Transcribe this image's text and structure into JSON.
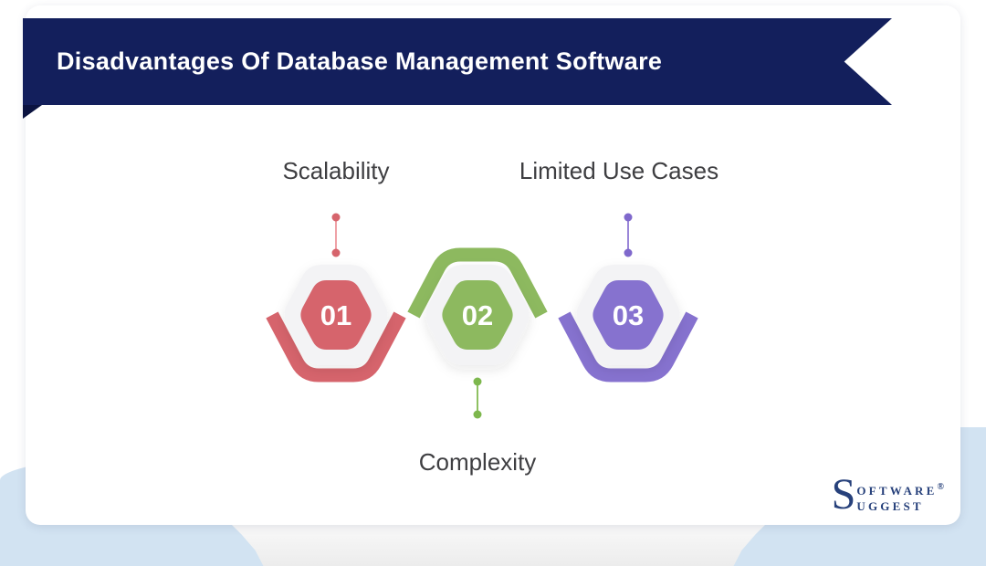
{
  "page": {
    "background_blue": "#d2e3f2",
    "card_color": "#ffffff"
  },
  "header": {
    "title": "Disadvantages Of Database Management Software",
    "ribbon_color": "#131f5c",
    "fold_color": "#0b1340",
    "text_color": "#ffffff"
  },
  "items": [
    {
      "number": "01",
      "label": "Scalability",
      "color": "#d6646c",
      "line_color": "#efa2a7",
      "dot_color": "#d6646c",
      "arc": "bottom",
      "label_position": "top"
    },
    {
      "number": "02",
      "label": "Complexity",
      "color": "#8db95f",
      "line_color": "#8fc162",
      "dot_color": "#7db74d",
      "arc": "top",
      "label_position": "bottom"
    },
    {
      "number": "03",
      "label": "Limited Use Cases",
      "color": "#8672cf",
      "line_color": "#9a86d8",
      "dot_color": "#7f68cc",
      "arc": "bottom",
      "label_position": "top"
    }
  ],
  "hex_tile_color": "#f3f3f5",
  "number_text_color": "#ffffff",
  "logo": {
    "big_letter": "S",
    "line1": "oftware",
    "line2": "uggest",
    "registered": "®",
    "color": "#27417b"
  }
}
